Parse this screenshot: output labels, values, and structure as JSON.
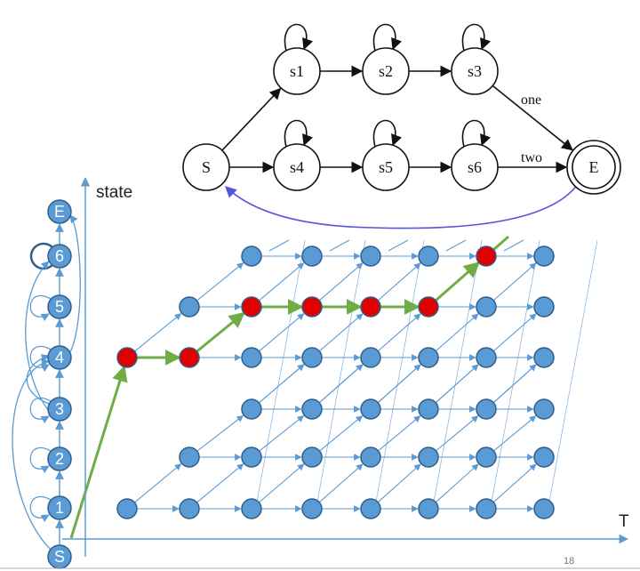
{
  "fsm": {
    "nodes": [
      {
        "id": "S",
        "label": "S"
      },
      {
        "id": "s1",
        "label": "s1"
      },
      {
        "id": "s2",
        "label": "s2"
      },
      {
        "id": "s3",
        "label": "s3"
      },
      {
        "id": "s4",
        "label": "s4"
      },
      {
        "id": "s5",
        "label": "s5"
      },
      {
        "id": "s6",
        "label": "s6"
      },
      {
        "id": "E",
        "label": "E",
        "accepting": true
      }
    ],
    "edges": [
      {
        "from": "S",
        "to": "s1"
      },
      {
        "from": "s1",
        "to": "s2"
      },
      {
        "from": "s2",
        "to": "s3"
      },
      {
        "from": "s3",
        "to": "E",
        "label": "one"
      },
      {
        "from": "S",
        "to": "s4"
      },
      {
        "from": "s4",
        "to": "s5"
      },
      {
        "from": "s5",
        "to": "s6"
      },
      {
        "from": "s6",
        "to": "E",
        "label": "two"
      },
      {
        "from": "E",
        "to": "S",
        "color": "#5555dd"
      }
    ],
    "self_loops": [
      "s1",
      "s2",
      "s3",
      "s4",
      "s5",
      "s6"
    ]
  },
  "lattice": {
    "state_labels": [
      "S",
      "1",
      "2",
      "3",
      "4",
      "5",
      "6",
      "E"
    ],
    "y_axis_label": "state",
    "x_axis_label": "T",
    "node_color": "#5b9bd5",
    "node_stroke": "#2e5f8a",
    "path_color": "#e00000",
    "path_edge_color": "#70ad47",
    "edge_color": "#5b9bd5"
  },
  "footer": {
    "page_number": "18"
  }
}
